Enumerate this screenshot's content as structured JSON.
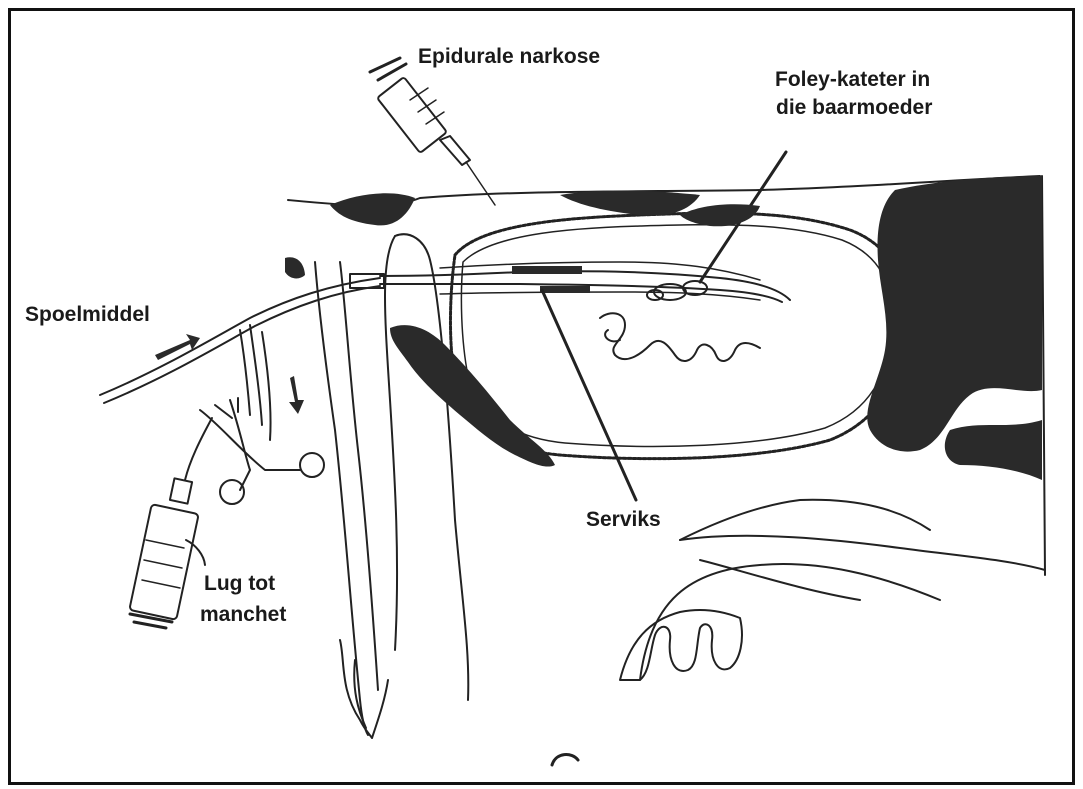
{
  "labels": {
    "epidural": "Epidurale narkose",
    "foley_line1": "Foley-kateter in",
    "foley_line2": "die baarmoeder",
    "flush": "Spoelmiddel",
    "cervix": "Serviks",
    "air_line1": "Lug tot",
    "air_line2": "manchet"
  },
  "colors": {
    "ink": "#1a1a1a",
    "shade": "#2a2a2a",
    "paper": "#ffffff"
  },
  "icons": [
    "syringe-icon",
    "clamp-icon",
    "arrow-icon"
  ]
}
